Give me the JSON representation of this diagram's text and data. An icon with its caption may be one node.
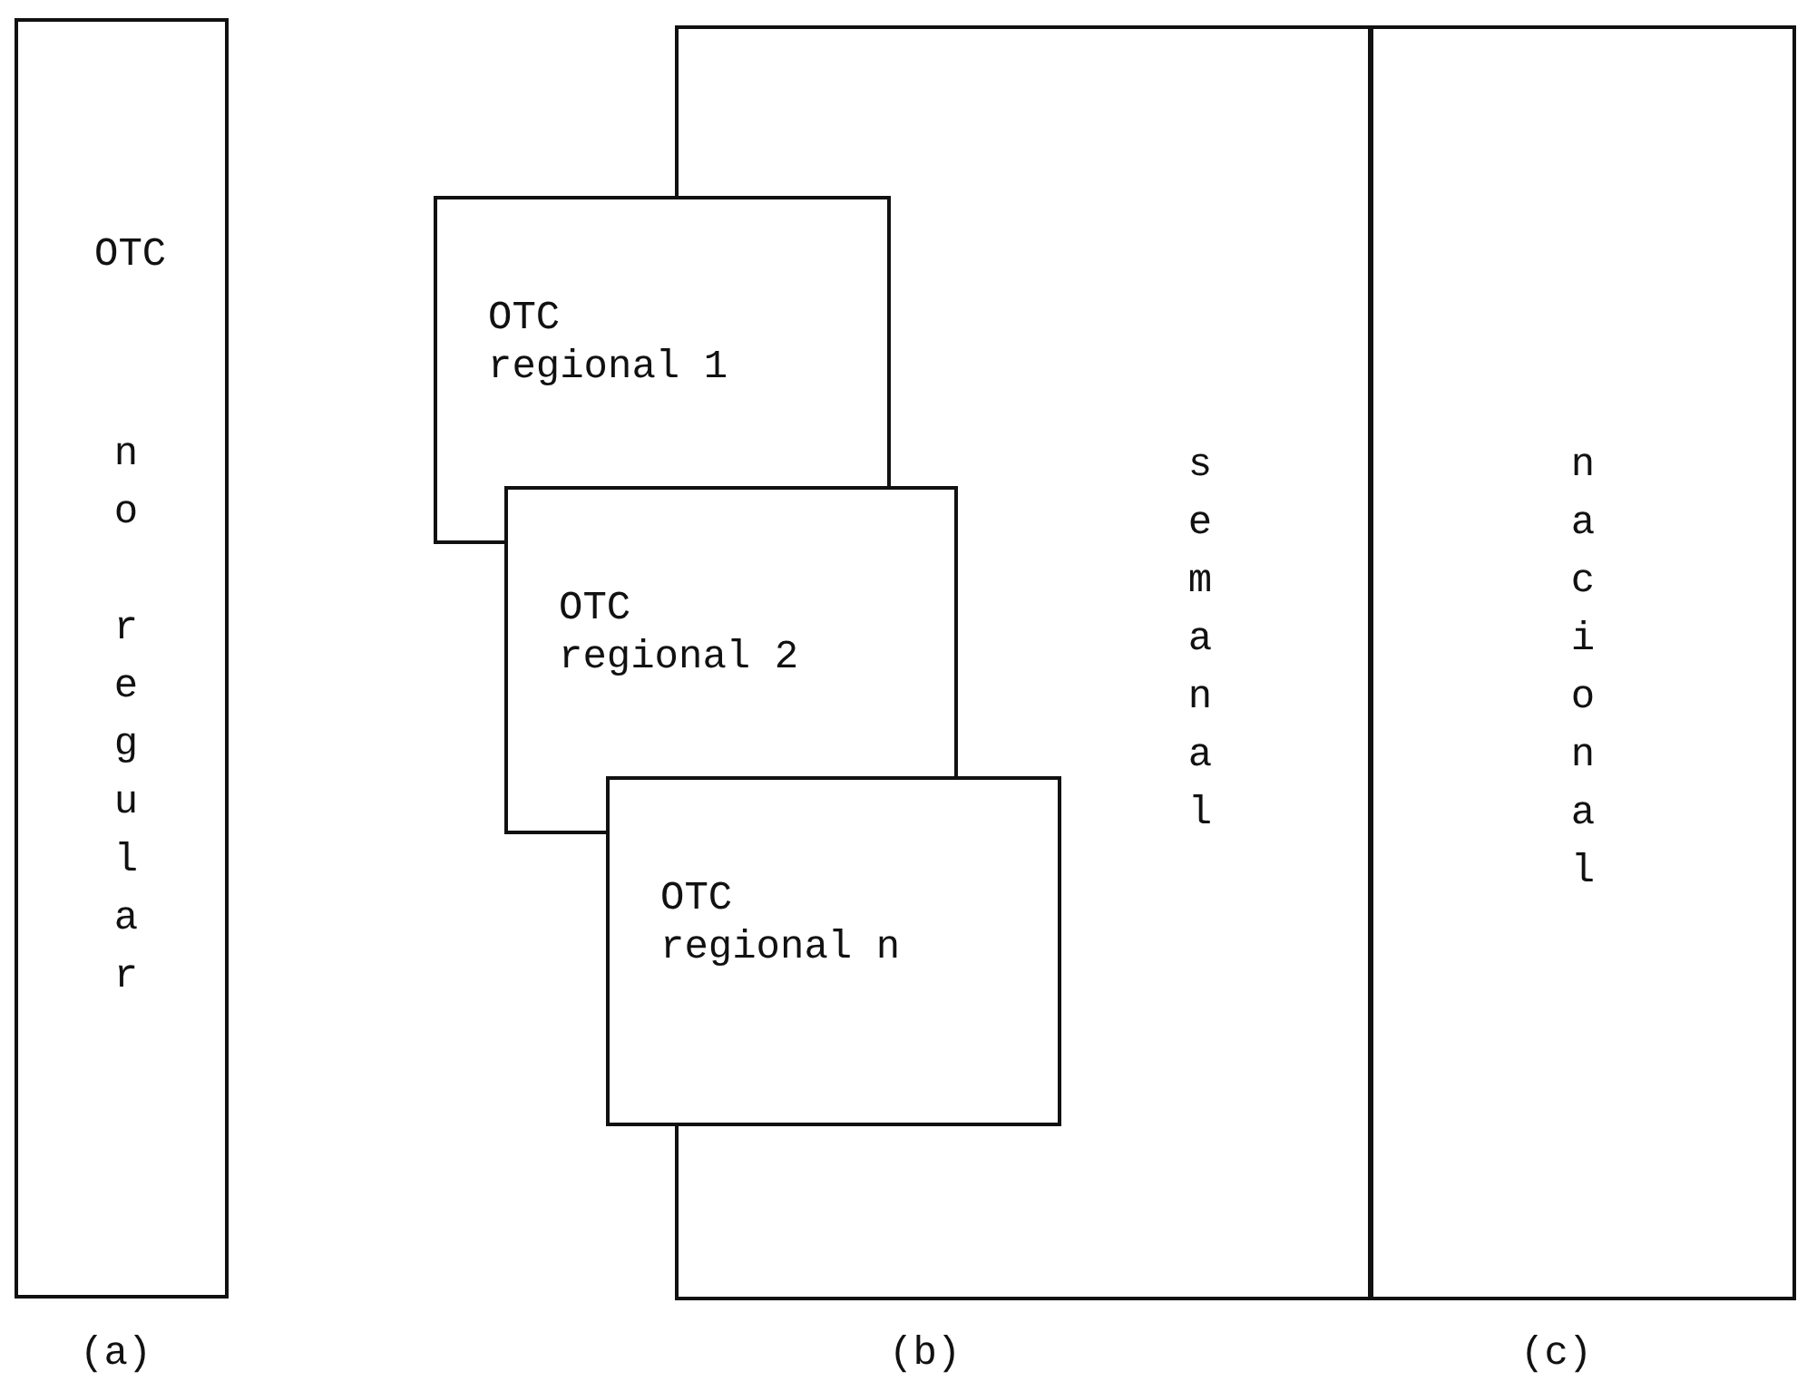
{
  "diagram": {
    "nodes": [
      {
        "text": [
          "OTC",
          "no regular"
        ]
      },
      {
        "text": [
          "semanal"
        ]
      },
      {
        "text": [
          "OTC regional 1"
        ]
      },
      {
        "text": [
          "OTC regional 2"
        ]
      },
      {
        "text": [
          "OTC regional n"
        ]
      },
      {
        "text": [
          "nacional"
        ]
      }
    ],
    "edges": [],
    "labels": [
      "(a)",
      "(b)",
      "(c)"
    ]
  }
}
